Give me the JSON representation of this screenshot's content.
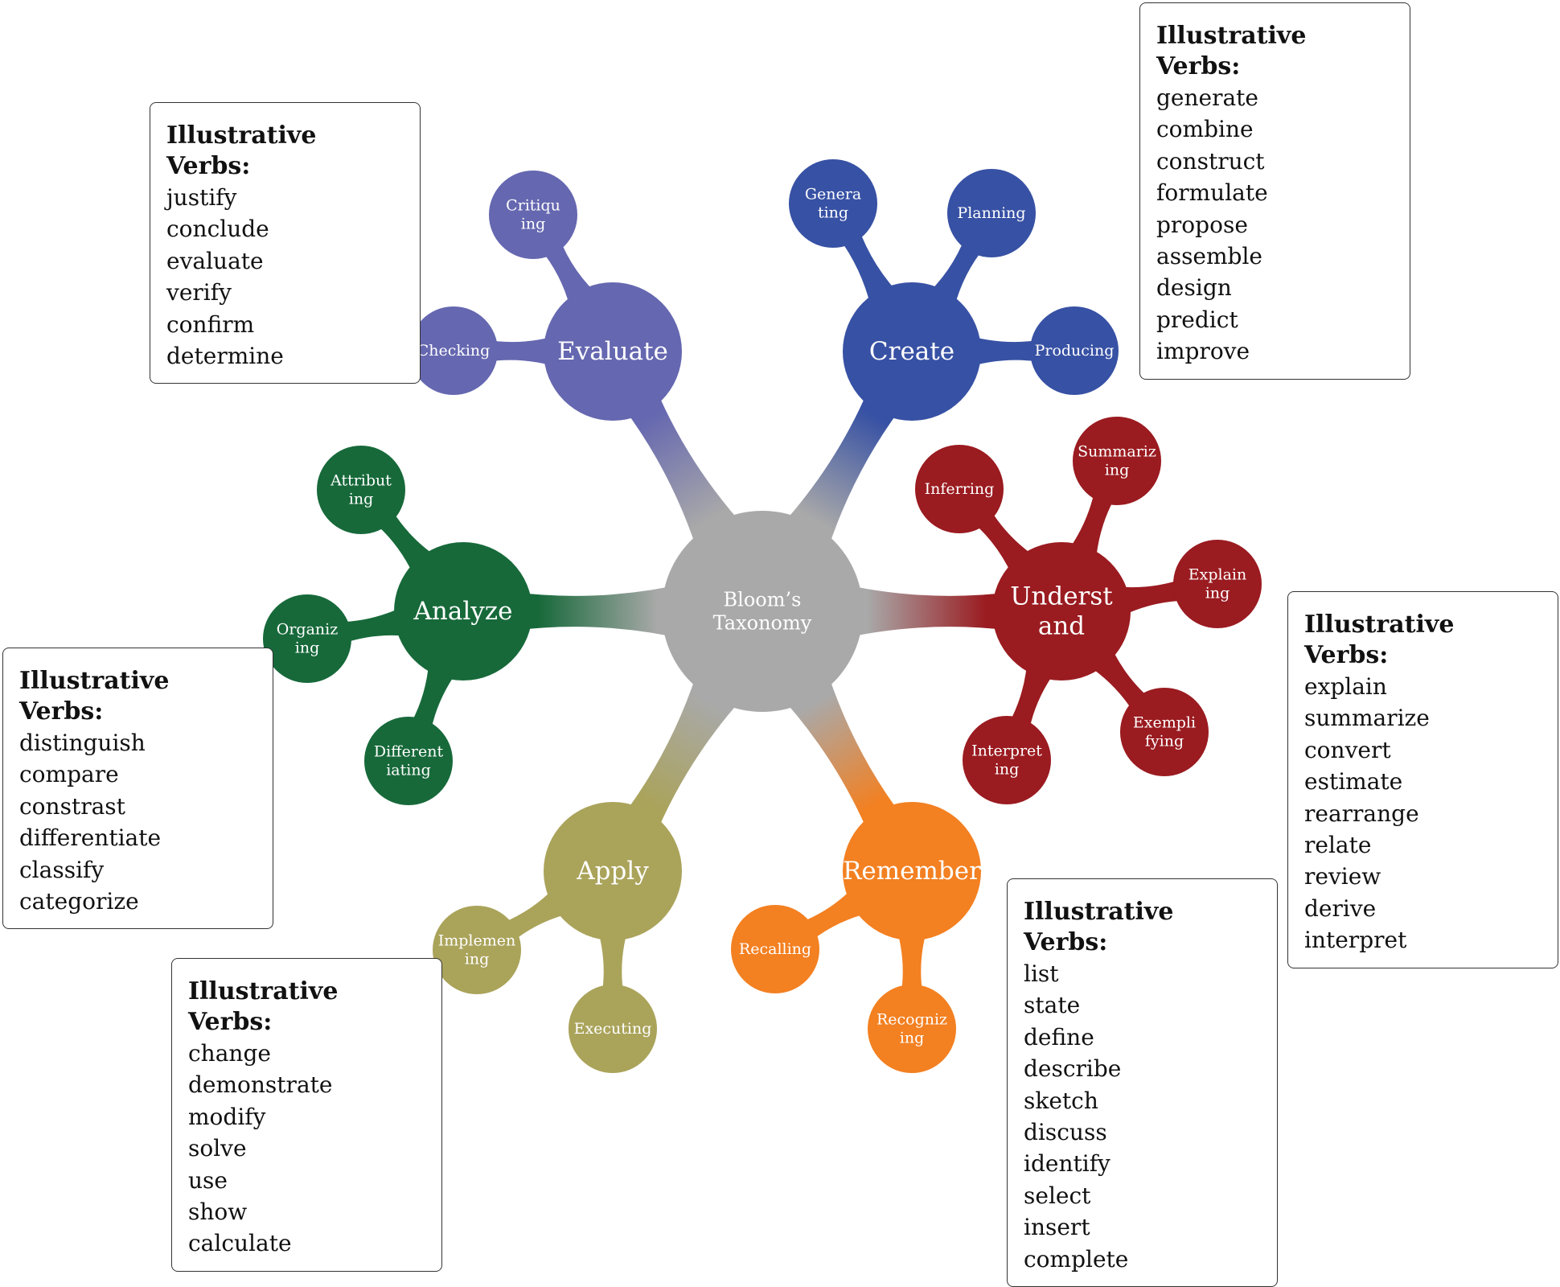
{
  "center": {
    "label_lines": [
      "Bloom’s",
      "Taxonomy"
    ],
    "color": "#a9a9a9"
  },
  "branches": [
    {
      "id": "evaluate",
      "label_lines": [
        "Evaluate"
      ],
      "color": "#6567b0",
      "subtopics": [
        {
          "label_lines": [
            "Critiqu",
            "ing"
          ]
        },
        {
          "label_lines": [
            "Checking"
          ]
        }
      ],
      "verbs": {
        "title": "Illustrative Verbs:",
        "items": [
          "justify",
          "conclude",
          "evaluate",
          "verify",
          "confirm",
          "determine"
        ]
      }
    },
    {
      "id": "create",
      "label_lines": [
        "Create"
      ],
      "color": "#3751a4",
      "subtopics": [
        {
          "label_lines": [
            "Genera",
            "ting"
          ]
        },
        {
          "label_lines": [
            "Planning"
          ]
        },
        {
          "label_lines": [
            "Producing"
          ]
        }
      ],
      "verbs": {
        "title": "Illustrative Verbs:",
        "items": [
          "generate",
          "combine",
          "construct",
          "formulate",
          "propose",
          "assemble",
          "design",
          "predict",
          "improve"
        ]
      }
    },
    {
      "id": "understand",
      "label_lines": [
        "Underst",
        "and"
      ],
      "color": "#9a1b20",
      "subtopics": [
        {
          "label_lines": [
            "Inferring"
          ]
        },
        {
          "label_lines": [
            "Summariz",
            "ing"
          ]
        },
        {
          "label_lines": [
            "Explain",
            "ing"
          ]
        },
        {
          "label_lines": [
            "Exempli",
            "fying"
          ]
        },
        {
          "label_lines": [
            "Interpret",
            "ing"
          ]
        }
      ],
      "verbs": {
        "title": "Illustrative Verbs:",
        "items": [
          "explain",
          "summarize",
          "convert",
          "estimate",
          "rearrange",
          "relate",
          "review",
          "derive",
          "interpret"
        ]
      }
    },
    {
      "id": "remember",
      "label_lines": [
        "Remember"
      ],
      "color": "#f38021",
      "subtopics": [
        {
          "label_lines": [
            "Recalling"
          ]
        },
        {
          "label_lines": [
            "Recogniz",
            "ing"
          ]
        }
      ],
      "verbs": {
        "title": "Illustrative Verbs:",
        "items": [
          "list",
          "state",
          "define",
          "describe",
          "sketch",
          "discuss",
          "identify",
          "select",
          "insert",
          "complete"
        ]
      }
    },
    {
      "id": "apply",
      "label_lines": [
        "Apply"
      ],
      "color": "#aaa35a",
      "subtopics": [
        {
          "label_lines": [
            "Implemen",
            "ing"
          ]
        },
        {
          "label_lines": [
            "Executing"
          ]
        }
      ],
      "verbs": {
        "title": "Illustrative Verbs:",
        "items": [
          "change",
          "demonstrate",
          "modify",
          "solve",
          "use",
          "show",
          "calculate"
        ]
      }
    },
    {
      "id": "analyze",
      "label_lines": [
        "Analyze"
      ],
      "color": "#17693a",
      "subtopics": [
        {
          "label_lines": [
            "Attribut",
            "ing"
          ]
        },
        {
          "label_lines": [
            "Organiz",
            "ing"
          ]
        },
        {
          "label_lines": [
            "Different",
            "iating"
          ]
        }
      ],
      "verbs": {
        "title": "Illustrative Verbs:",
        "items": [
          "distinguish",
          "compare",
          "constrast",
          "differentiate",
          "classify",
          "categorize"
        ]
      }
    }
  ]
}
